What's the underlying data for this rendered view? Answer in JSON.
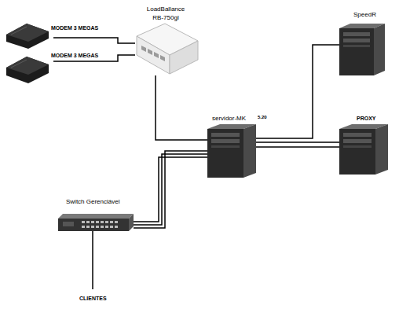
{
  "diagram": {
    "nodes": [
      {
        "text": [
          "MODEM 3 MEGAS"
        ]
      },
      {
        "text": [
          "MODEM 3 MEGAS"
        ]
      },
      {
        "text": [
          "LoadBallance RB-750gl"
        ]
      },
      {
        "text": [
          "SpeedR"
        ]
      },
      {
        "text": [
          "servidor-MK",
          "5.20"
        ]
      },
      {
        "text": [
          "PROXY"
        ]
      },
      {
        "text": [
          "Switch Gerenciável"
        ]
      }
    ],
    "edges": [
      {
        "from": 0,
        "to": 2,
        "arrow": "none"
      },
      {
        "from": 1,
        "to": 2,
        "arrow": "none"
      },
      {
        "from": 2,
        "to": 4,
        "arrow": "none"
      },
      {
        "from": 4,
        "to": 3,
        "arrow": "none"
      },
      {
        "from": 4,
        "to": 5,
        "arrow": "none"
      },
      {
        "from": 4,
        "to": 6,
        "arrow": "none"
      }
    ],
    "labels": [
      "CLIENTES"
    ]
  }
}
